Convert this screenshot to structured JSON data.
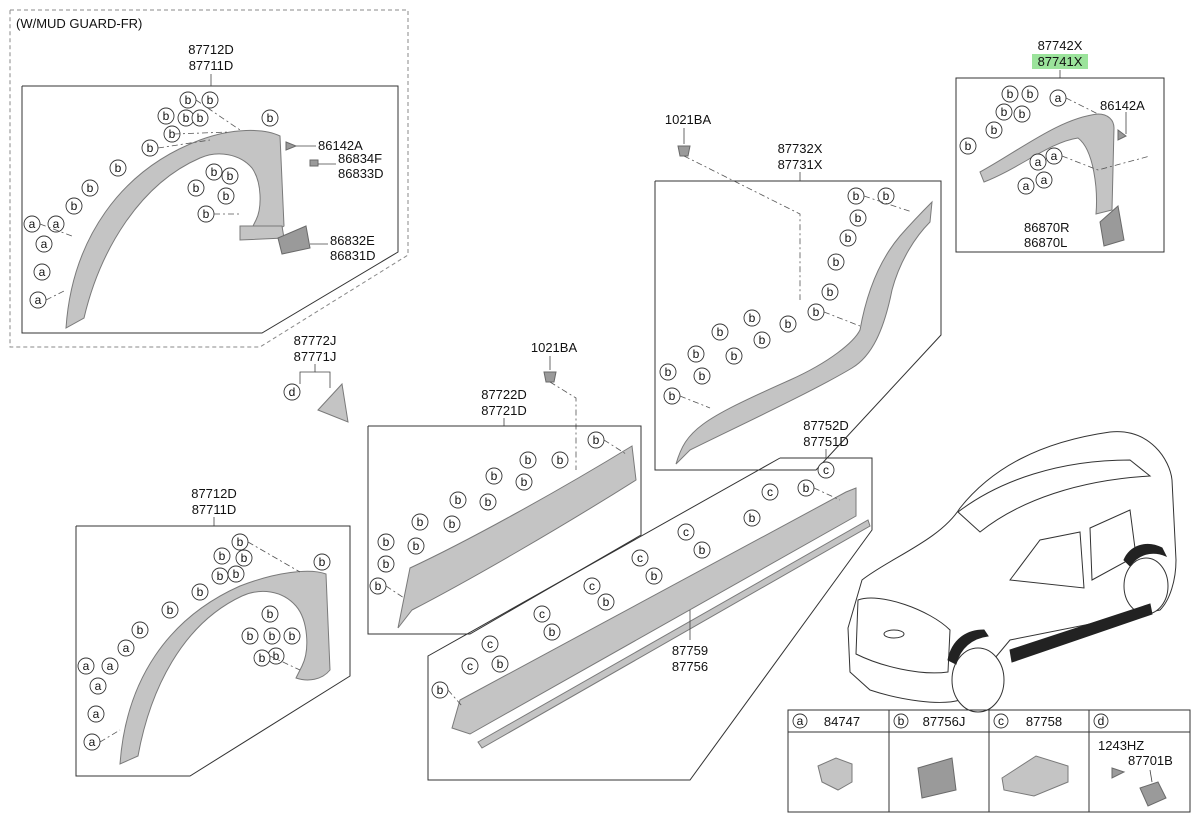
{
  "panels": {
    "mudguard_note": "(W/MUD GUARD-FR)",
    "front_flare": {
      "part1": "87712D",
      "part2": "87711D",
      "screw": "86142A",
      "clip1": "86834F",
      "clip2": "86833D",
      "guard1": "86832E",
      "guard2": "86831D"
    },
    "wedge": {
      "part1": "87772J",
      "part2": "87771J"
    },
    "rear_flare_small": {
      "part1": "87742X",
      "part2": "87741X",
      "screw": "86142A",
      "guard1": "86870R",
      "guard2": "86870L"
    },
    "rear_door": {
      "clip": "1021BA",
      "part1": "87732X",
      "part2": "87731X"
    },
    "front_door": {
      "clip": "1021BA",
      "part1": "87722D",
      "part2": "87721D"
    },
    "sill": {
      "part1": "87752D",
      "part2": "87751D",
      "strip1": "87759",
      "strip2": "87756"
    },
    "front_flare_lower": {
      "part1": "87712D",
      "part2": "87711D"
    }
  },
  "letters": {
    "a": "a",
    "b": "b",
    "c": "c",
    "d": "d"
  },
  "legend": [
    {
      "letter": "a",
      "part": "84747"
    },
    {
      "letter": "b",
      "part": "87756J"
    },
    {
      "letter": "c",
      "part": "87758"
    },
    {
      "letter": "d",
      "part1": "1243HZ",
      "part2": "87701B"
    }
  ],
  "highlight_color": "#9be39b"
}
